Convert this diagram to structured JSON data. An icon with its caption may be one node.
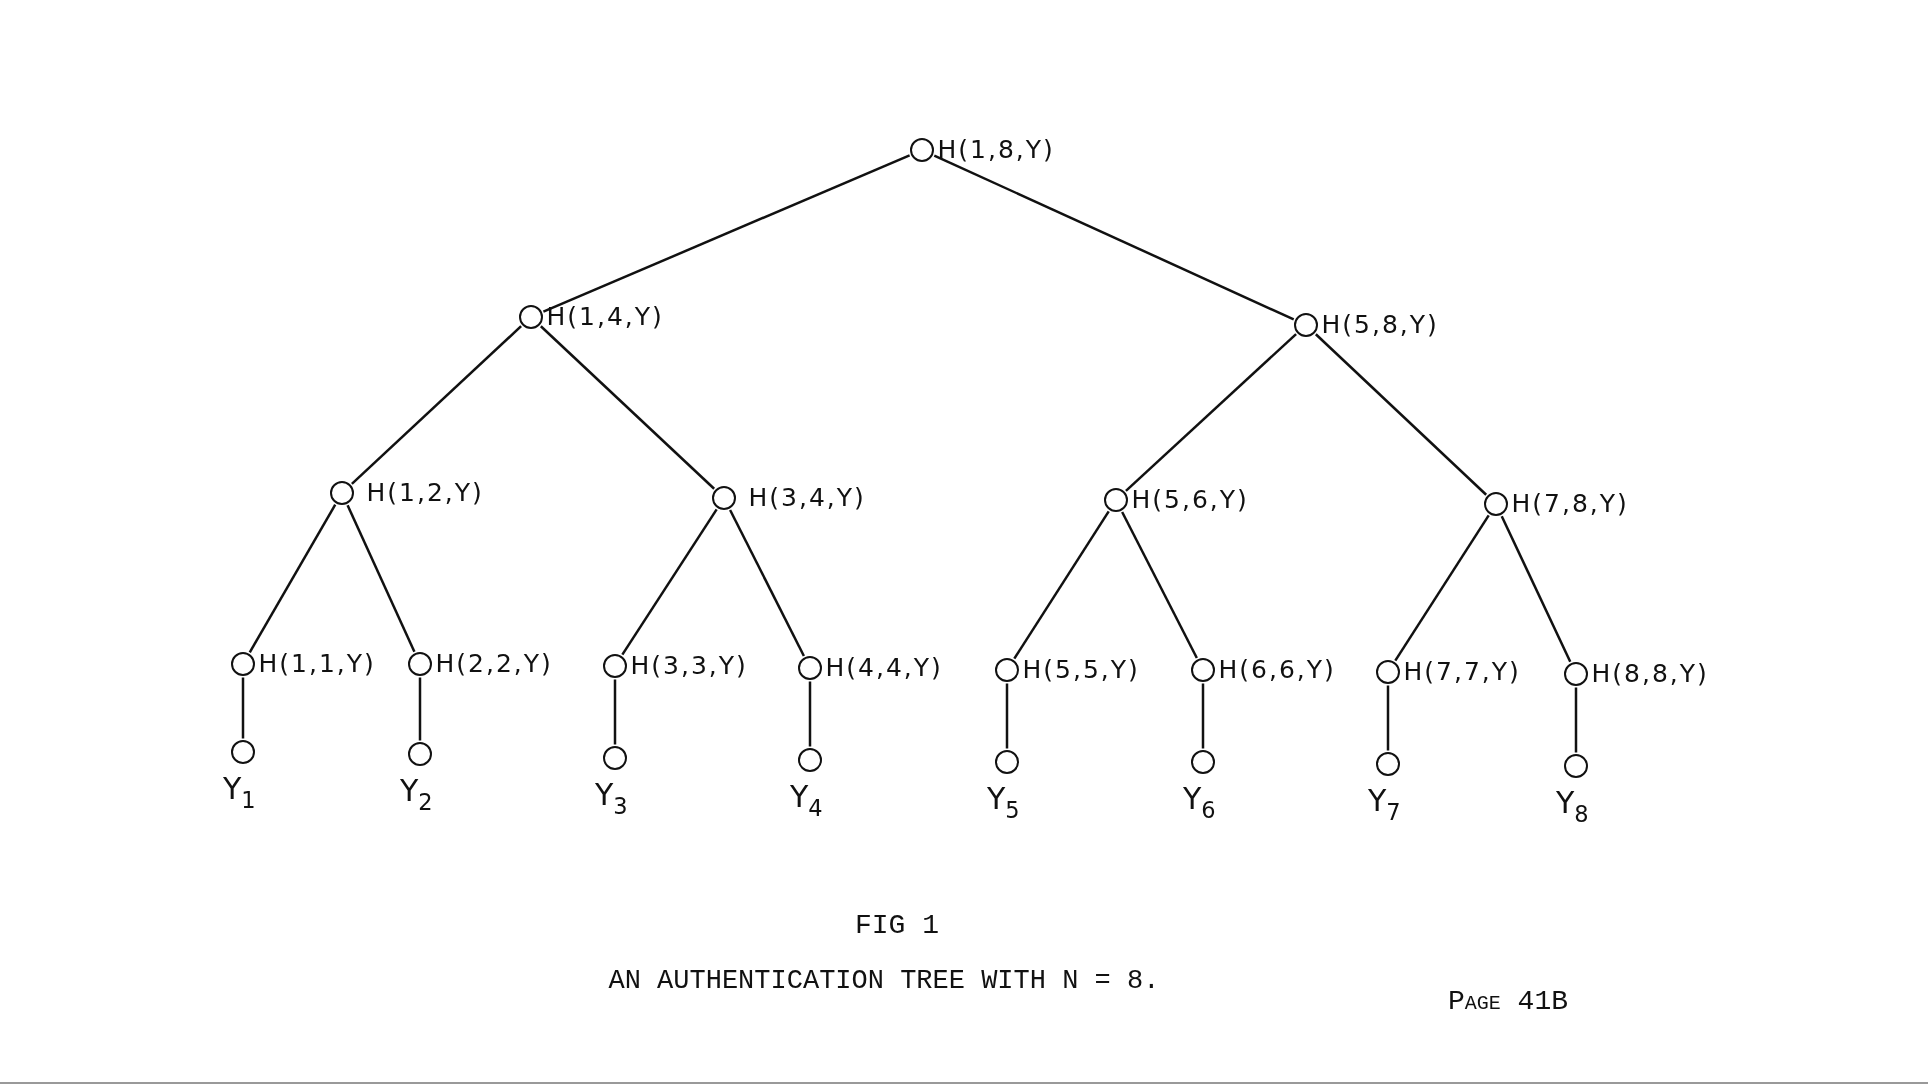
{
  "diagram": {
    "title": "FIG 1",
    "caption": "AN AUTHENTICATION TREE WITH N = 8.",
    "nodes": [
      {
        "text": [],
        "shape": "circle",
        "beside": [
          "H(1,8,Y)"
        ]
      },
      {
        "text": [],
        "shape": "circle",
        "beside": [
          "H(1,4,Y)"
        ]
      },
      {
        "text": [],
        "shape": "circle",
        "beside": [
          "H(5,8,Y)"
        ]
      },
      {
        "text": [],
        "shape": "circle",
        "beside": [
          "H(1,2,Y)"
        ]
      },
      {
        "text": [],
        "shape": "circle",
        "beside": [
          "H(3,4,Y)"
        ]
      },
      {
        "text": [],
        "shape": "circle",
        "beside": [
          "H(5,6,Y)"
        ]
      },
      {
        "text": [],
        "shape": "circle",
        "beside": [
          "H(7,8,Y)"
        ]
      },
      {
        "text": [],
        "shape": "circle",
        "beside": [
          "H(1,1,Y)"
        ]
      },
      {
        "text": [],
        "shape": "circle",
        "beside": [
          "H(2,2,Y)"
        ]
      },
      {
        "text": [],
        "shape": "circle",
        "beside": [
          "H(3,3,Y)"
        ]
      },
      {
        "text": [],
        "shape": "circle",
        "beside": [
          "H(4,4,Y)"
        ]
      },
      {
        "text": [],
        "shape": "circle",
        "beside": [
          "H(5,5,Y)"
        ]
      },
      {
        "text": [],
        "shape": "circle",
        "beside": [
          "H(6,6,Y)"
        ]
      },
      {
        "text": [],
        "shape": "circle",
        "beside": [
          "H(7,7,Y)"
        ]
      },
      {
        "text": [],
        "shape": "circle",
        "beside": [
          "H(8,8,Y)"
        ]
      },
      {
        "text": [],
        "shape": "circle",
        "beside": [
          "Y$_{1}$"
        ]
      },
      {
        "text": [],
        "shape": "circle",
        "beside": [
          "Y$_{2}$"
        ]
      },
      {
        "text": [],
        "shape": "circle",
        "beside": [
          "Y$_{3}$"
        ]
      },
      {
        "text": [],
        "shape": "circle",
        "beside": [
          "Y$_{4}$"
        ]
      },
      {
        "text": [],
        "shape": "circle",
        "beside": [
          "Y$_{5}$"
        ]
      },
      {
        "text": [],
        "shape": "circle",
        "beside": [
          "Y$_{6}$"
        ]
      },
      {
        "text": [],
        "shape": "circle",
        "beside": [
          "Y$_{7}$"
        ]
      },
      {
        "text": [],
        "shape": "circle",
        "beside": [
          "Y$_{8}$"
        ]
      }
    ],
    "edges": [
      {
        "from": 0,
        "to": 1,
        "arrow": "none"
      },
      {
        "from": 0,
        "to": 2,
        "arrow": "none"
      },
      {
        "from": 1,
        "to": 3,
        "arrow": "none"
      },
      {
        "from": 1,
        "to": 4,
        "arrow": "none"
      },
      {
        "from": 2,
        "to": 5,
        "arrow": "none"
      },
      {
        "from": 2,
        "to": 6,
        "arrow": "none"
      },
      {
        "from": 3,
        "to": 7,
        "arrow": "none"
      },
      {
        "from": 3,
        "to": 8,
        "arrow": "none"
      },
      {
        "from": 4,
        "to": 9,
        "arrow": "none"
      },
      {
        "from": 4,
        "to": 10,
        "arrow": "none"
      },
      {
        "from": 5,
        "to": 11,
        "arrow": "none"
      },
      {
        "from": 5,
        "to": 12,
        "arrow": "none"
      },
      {
        "from": 6,
        "to": 13,
        "arrow": "none"
      },
      {
        "from": 6,
        "to": 14,
        "arrow": "none"
      },
      {
        "from": 7,
        "to": 15,
        "arrow": "none"
      },
      {
        "from": 8,
        "to": 16,
        "arrow": "none"
      },
      {
        "from": 9,
        "to": 17,
        "arrow": "none"
      },
      {
        "from": 10,
        "to": 18,
        "arrow": "none"
      },
      {
        "from": 11,
        "to": 19,
        "arrow": "none"
      },
      {
        "from": 12,
        "to": 20,
        "arrow": "none"
      },
      {
        "from": 13,
        "to": 21,
        "arrow": "none"
      },
      {
        "from": 14,
        "to": 22,
        "arrow": "none"
      }
    ],
    "labels": [
      "Page 41B"
    ]
  }
}
